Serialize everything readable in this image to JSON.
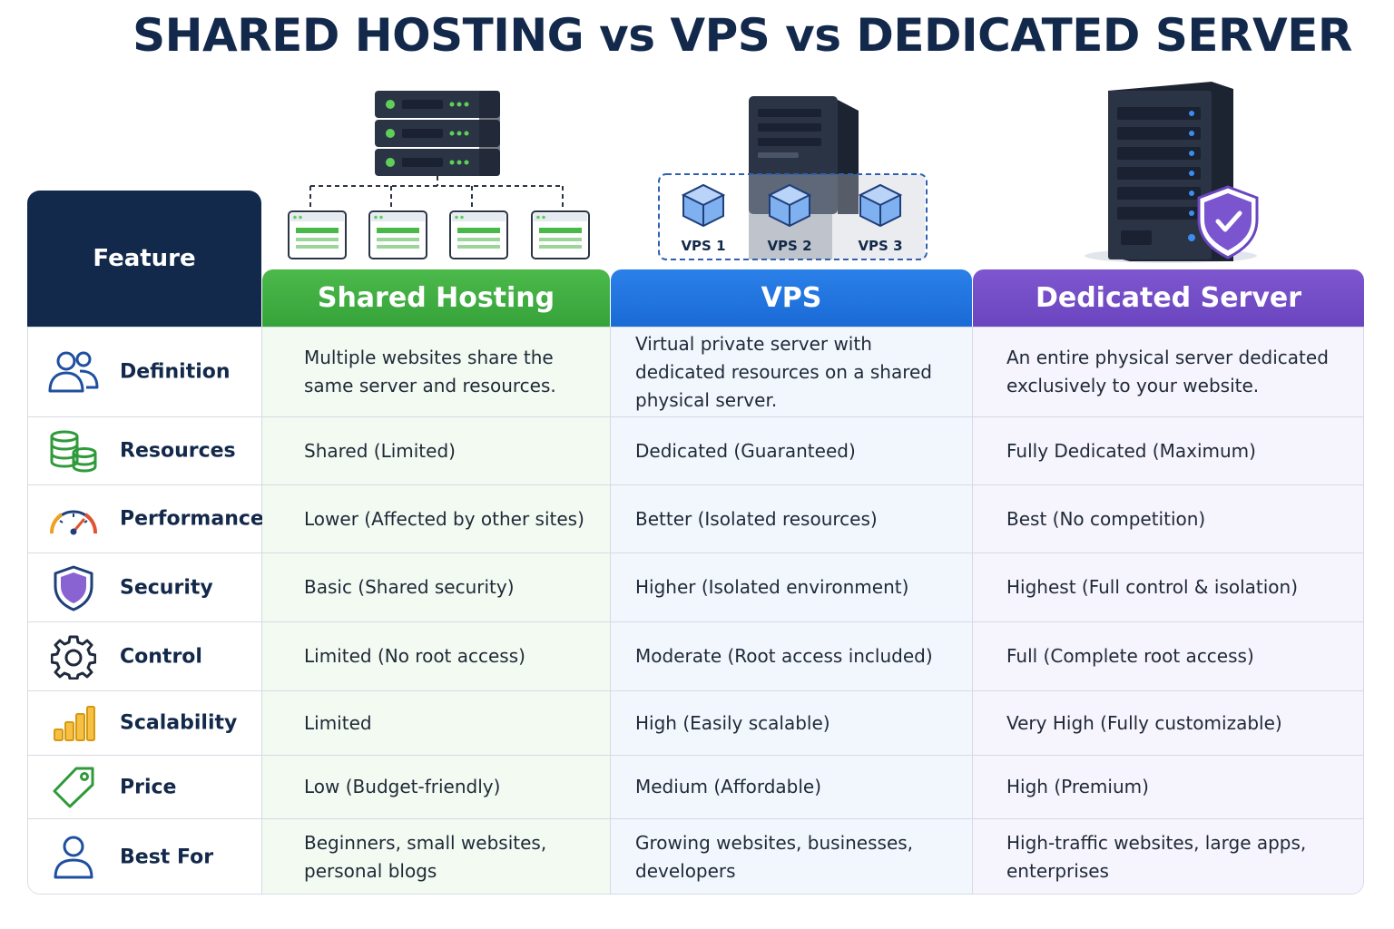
{
  "title": "SHARED HOSTING vs VPS vs DEDICATED SERVER",
  "header": {
    "feature": "Feature",
    "shared": "Shared Hosting",
    "vps": "VPS",
    "dedicated": "Dedicated Server"
  },
  "vps_labels": [
    "VPS 1",
    "VPS 2",
    "VPS 3"
  ],
  "colors": {
    "navy": "#13294b",
    "shared": "#3aa63c",
    "vps": "#1f6fdc",
    "dedicated": "#6f4ac4"
  },
  "rows": [
    {
      "icon": "users-icon",
      "feature": "Definition",
      "shared": "Multiple websites share the same server and resources.",
      "vps": "Virtual private server with dedicated resources on a shared physical server.",
      "dedicated": "An entire physical server dedicated exclusively to your website."
    },
    {
      "icon": "database-coins-icon",
      "feature": "Resources",
      "shared": "Shared (Limited)",
      "vps": "Dedicated (Guaranteed)",
      "dedicated": "Fully Dedicated (Maximum)"
    },
    {
      "icon": "speedometer-icon",
      "feature": "Performance",
      "shared": "Lower (Affected by other sites)",
      "vps": "Better (Isolated resources)",
      "dedicated": "Best (No competition)"
    },
    {
      "icon": "shield-icon",
      "feature": "Security",
      "shared": "Basic (Shared security)",
      "vps": "Higher (Isolated environment)",
      "dedicated": "Highest (Full control & isolation)"
    },
    {
      "icon": "gear-icon",
      "feature": "Control",
      "shared": "Limited (No root access)",
      "vps": "Moderate (Root access included)",
      "dedicated": "Full (Complete root access)"
    },
    {
      "icon": "bar-chart-icon",
      "feature": "Scalability",
      "shared": "Limited",
      "vps": "High (Easily scalable)",
      "dedicated": "Very High (Fully customizable)"
    },
    {
      "icon": "price-tag-icon",
      "feature": "Price",
      "shared": "Low (Budget-friendly)",
      "vps": "Medium (Affordable)",
      "dedicated": "High (Premium)"
    },
    {
      "icon": "user-icon",
      "feature": "Best For",
      "shared": "Beginners, small websites, personal blogs",
      "vps": "Growing websites, businesses, developers",
      "dedicated": "High-traffic websites, large apps, enterprises"
    }
  ]
}
